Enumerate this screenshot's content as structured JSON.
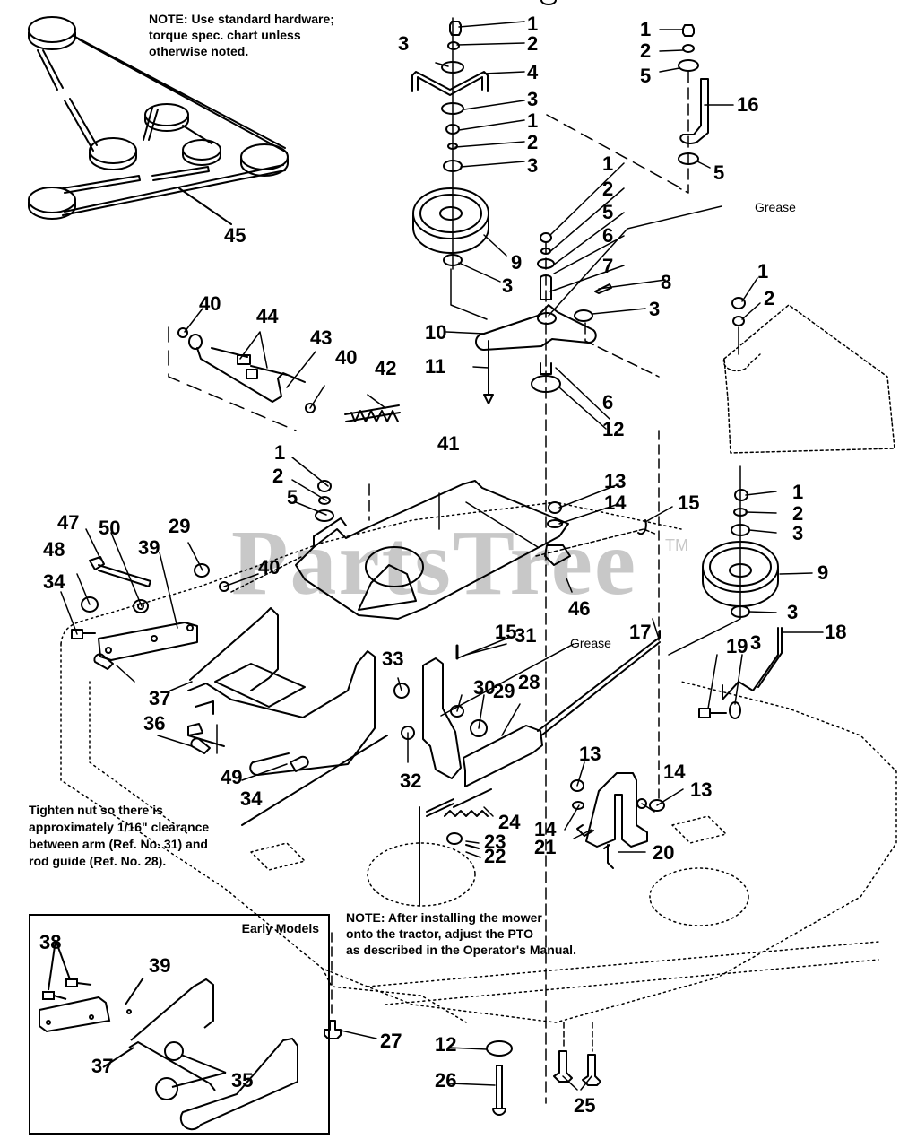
{
  "watermark": {
    "text": "PartsTree",
    "tm": "TM"
  },
  "notes": {
    "hardware": [
      "NOTE: Use standard hardware;",
      "torque spec. chart unless",
      "otherwise noted."
    ],
    "clearance": [
      "Tighten nut so there is",
      "approximately 1/16\" clearance",
      "between arm (Ref. No. 31) and",
      "rod guide (Ref. No. 28)."
    ],
    "pto": [
      "NOTE: After installing the mower",
      "onto the tractor, adjust the PTO",
      "as described in the Operator's Manual."
    ],
    "grease_top": "Grease",
    "grease_mid": "Grease"
  },
  "inset": {
    "title": "Early Models"
  },
  "callouts": [
    {
      "id": "c1a",
      "label": "1"
    },
    {
      "id": "c2a",
      "label": "2"
    },
    {
      "id": "c3a",
      "label": "3"
    },
    {
      "id": "c4",
      "label": "4"
    },
    {
      "id": "c3b",
      "label": "3"
    },
    {
      "id": "c1b",
      "label": "1"
    },
    {
      "id": "c2b",
      "label": "2"
    },
    {
      "id": "c3c",
      "label": "3"
    },
    {
      "id": "c9a",
      "label": "9"
    },
    {
      "id": "c3d",
      "label": "3"
    },
    {
      "id": "c1c",
      "label": "1"
    },
    {
      "id": "c2c",
      "label": "2"
    },
    {
      "id": "c5a",
      "label": "5"
    },
    {
      "id": "c16",
      "label": "16"
    },
    {
      "id": "c5b",
      "label": "5"
    },
    {
      "id": "c1d",
      "label": "1"
    },
    {
      "id": "c2d",
      "label": "2"
    },
    {
      "id": "c5c",
      "label": "5"
    },
    {
      "id": "c6a",
      "label": "6"
    },
    {
      "id": "c7",
      "label": "7"
    },
    {
      "id": "c8",
      "label": "8"
    },
    {
      "id": "c3e",
      "label": "3"
    },
    {
      "id": "c10",
      "label": "10"
    },
    {
      "id": "c11",
      "label": "11"
    },
    {
      "id": "c6b",
      "label": "6"
    },
    {
      "id": "c12a",
      "label": "12"
    },
    {
      "id": "c1e",
      "label": "1"
    },
    {
      "id": "c2e",
      "label": "2"
    },
    {
      "id": "c45",
      "label": "45"
    },
    {
      "id": "c40a",
      "label": "40"
    },
    {
      "id": "c44",
      "label": "44"
    },
    {
      "id": "c43",
      "label": "43"
    },
    {
      "id": "c40b",
      "label": "40"
    },
    {
      "id": "c42",
      "label": "42"
    },
    {
      "id": "c41",
      "label": "41"
    },
    {
      "id": "c1f",
      "label": "1"
    },
    {
      "id": "c2f",
      "label": "2"
    },
    {
      "id": "c5d",
      "label": "5"
    },
    {
      "id": "c13a",
      "label": "13"
    },
    {
      "id": "c14a",
      "label": "14"
    },
    {
      "id": "c15a",
      "label": "15"
    },
    {
      "id": "c46",
      "label": "46"
    },
    {
      "id": "c1g",
      "label": "1"
    },
    {
      "id": "c2g",
      "label": "2"
    },
    {
      "id": "c3f",
      "label": "3"
    },
    {
      "id": "c9b",
      "label": "9"
    },
    {
      "id": "c3g",
      "label": "3"
    },
    {
      "id": "c18",
      "label": "18"
    },
    {
      "id": "c19",
      "label": "19"
    },
    {
      "id": "c3h",
      "label": "3"
    },
    {
      "id": "c47",
      "label": "47"
    },
    {
      "id": "c50",
      "label": "50"
    },
    {
      "id": "c39a",
      "label": "39"
    },
    {
      "id": "c29a",
      "label": "29"
    },
    {
      "id": "c40c",
      "label": "40"
    },
    {
      "id": "c48",
      "label": "48"
    },
    {
      "id": "c34a",
      "label": "34"
    },
    {
      "id": "c37a",
      "label": "37"
    },
    {
      "id": "c36",
      "label": "36"
    },
    {
      "id": "c49",
      "label": "49"
    },
    {
      "id": "c34b",
      "label": "34"
    },
    {
      "id": "c33",
      "label": "33"
    },
    {
      "id": "c15b",
      "label": "15"
    },
    {
      "id": "c31",
      "label": "31"
    },
    {
      "id": "c30",
      "label": "30"
    },
    {
      "id": "c29b",
      "label": "29"
    },
    {
      "id": "c28",
      "label": "28"
    },
    {
      "id": "c17",
      "label": "17"
    },
    {
      "id": "c32",
      "label": "32"
    },
    {
      "id": "c13b",
      "label": "13"
    },
    {
      "id": "c14b",
      "label": "14"
    },
    {
      "id": "c13c",
      "label": "13"
    },
    {
      "id": "c14c",
      "label": "14"
    },
    {
      "id": "c21",
      "label": "21"
    },
    {
      "id": "c20",
      "label": "20"
    },
    {
      "id": "c24",
      "label": "24"
    },
    {
      "id": "c23",
      "label": "23"
    },
    {
      "id": "c22",
      "label": "22"
    },
    {
      "id": "c27",
      "label": "27"
    },
    {
      "id": "c12b",
      "label": "12"
    },
    {
      "id": "c26",
      "label": "26"
    },
    {
      "id": "c25",
      "label": "25"
    },
    {
      "id": "c38",
      "label": "38"
    },
    {
      "id": "c39b",
      "label": "39"
    },
    {
      "id": "c37b",
      "label": "37"
    },
    {
      "id": "c35",
      "label": "35"
    }
  ]
}
